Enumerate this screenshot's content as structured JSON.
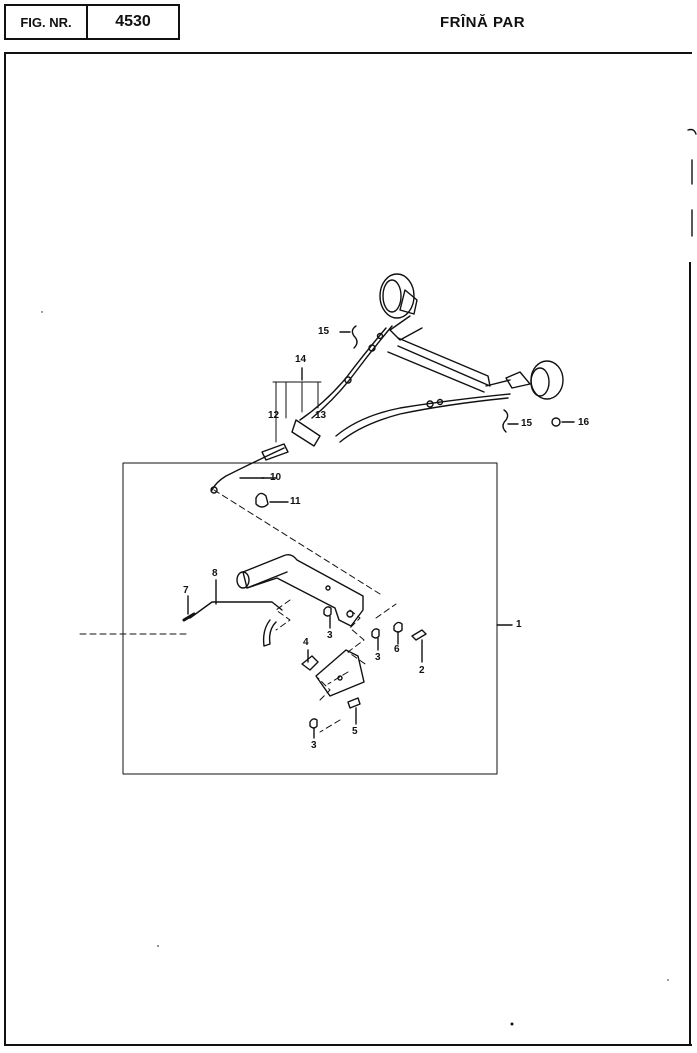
{
  "header": {
    "fig_label": "FIG. NR.",
    "fig_number": "4530",
    "title": "FRÎNĂ PAR"
  },
  "callouts": {
    "c1": "1",
    "c2": "2",
    "c3a": "3",
    "c3b": "3",
    "c3c": "3",
    "c4": "4",
    "c5": "5",
    "c6": "6",
    "c7": "7",
    "c8": "8",
    "c10": "10",
    "c11": "11",
    "c12": "12",
    "c13": "13",
    "c14": "14",
    "c15a": "15",
    "c15b": "15",
    "c16": "16"
  }
}
